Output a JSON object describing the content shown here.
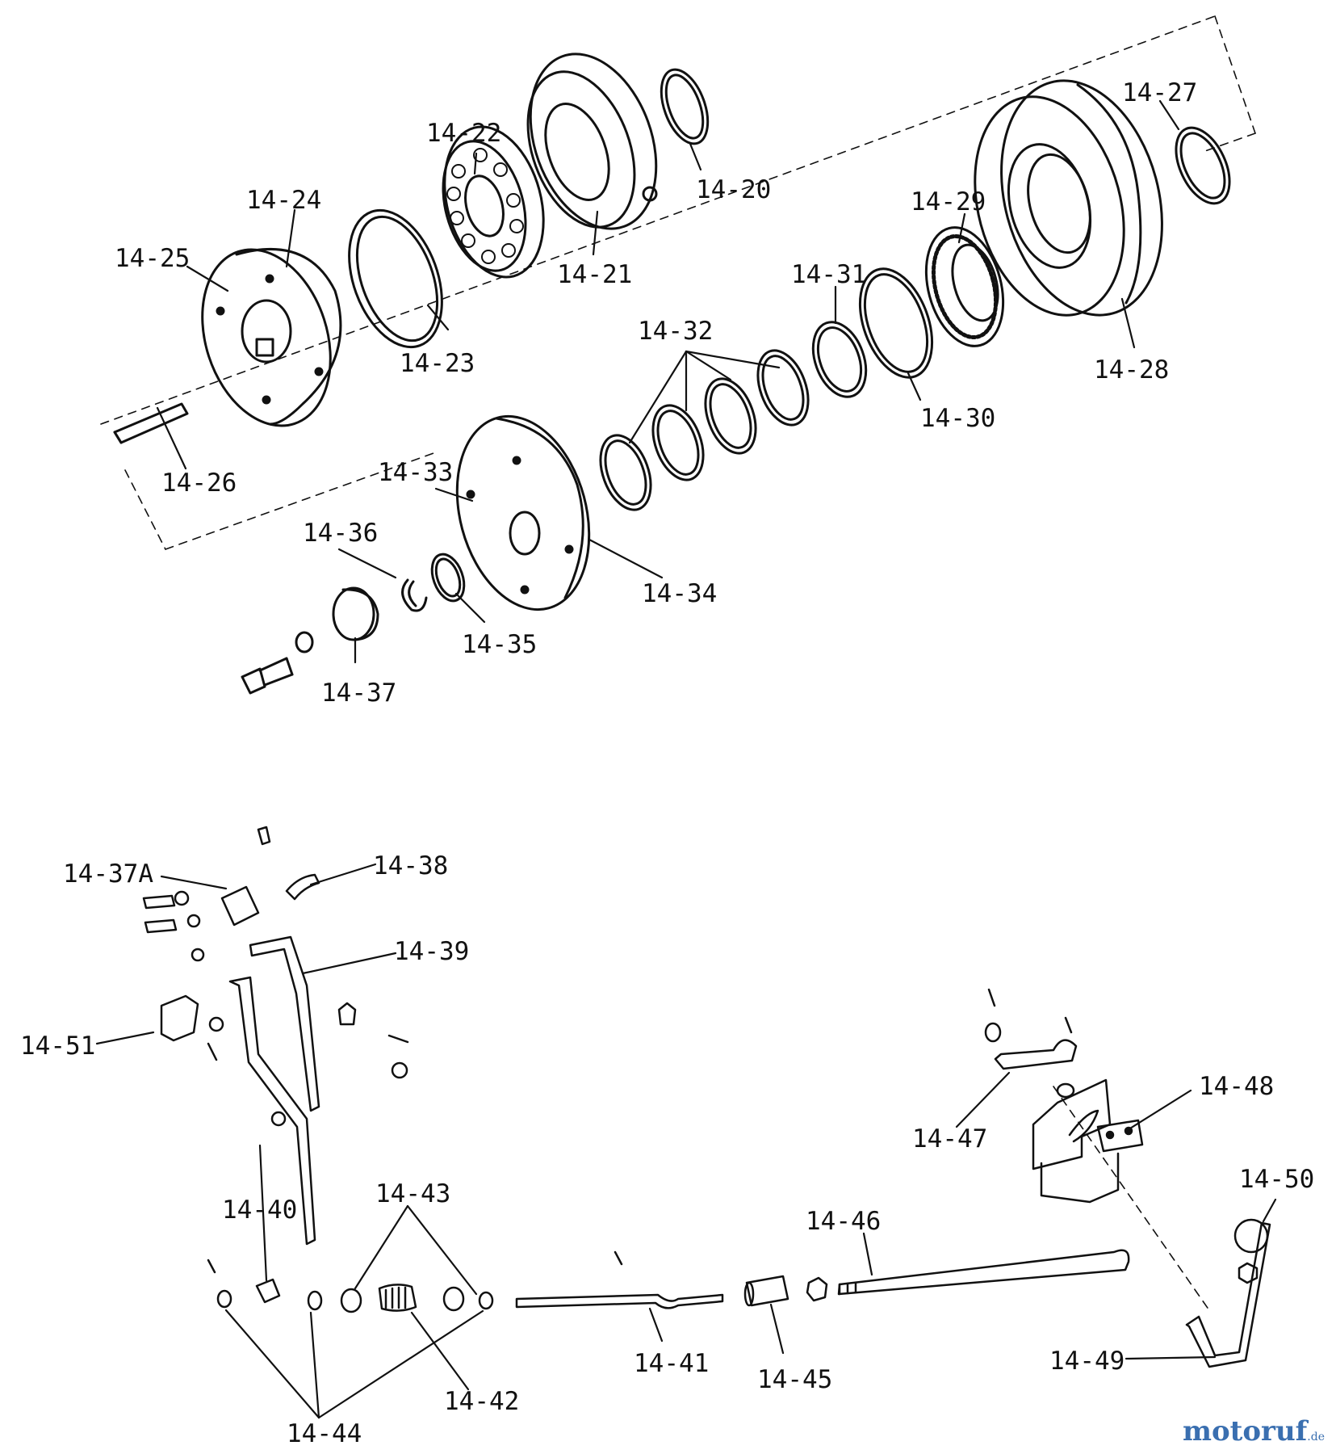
{
  "title": "",
  "watermark": {
    "brand": "motoruf",
    "suffix": ".de"
  },
  "callouts": {
    "c14_20": "14-20",
    "c14_21": "14-21",
    "c14_22": "14-22",
    "c14_23": "14-23",
    "c14_24": "14-24",
    "c14_25": "14-25",
    "c14_26": "14-26",
    "c14_27": "14-27",
    "c14_28": "14-28",
    "c14_29": "14-29",
    "c14_30": "14-30",
    "c14_31": "14-31",
    "c14_32": "14-32",
    "c14_33": "14-33",
    "c14_34": "14-34",
    "c14_35": "14-35",
    "c14_36": "14-36",
    "c14_37": "14-37",
    "c14_37A": "14-37A",
    "c14_38": "14-38",
    "c14_39": "14-39",
    "c14_40": "14-40",
    "c14_41": "14-41",
    "c14_42": "14-42",
    "c14_43": "14-43",
    "c14_44": "14-44",
    "c14_45": "14-45",
    "c14_46": "14-46",
    "c14_47": "14-47",
    "c14_48": "14-48",
    "c14_49": "14-49",
    "c14_50": "14-50",
    "c14_51": "14-51"
  },
  "colors": {
    "line": "#111111",
    "watermark": "#3a6fb0"
  }
}
